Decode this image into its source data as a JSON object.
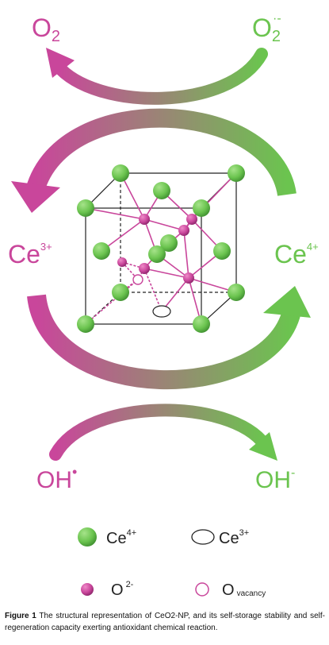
{
  "colors": {
    "magenta": "#c9469b",
    "green": "#6bc44f",
    "green_dark": "#4aa33a",
    "magenta_dark": "#a0307b",
    "cube_line": "#222222"
  },
  "species": {
    "o2": {
      "base": "O",
      "sub": "2"
    },
    "superoxide": {
      "base": "O",
      "sub": "2",
      "sup": "·-"
    },
    "ce3": {
      "base": "Ce",
      "sup": "3+"
    },
    "ce4": {
      "base": "Ce",
      "sup": "4+"
    },
    "oh_radical": {
      "base": "OH",
      "sup": "•"
    },
    "oh_minus": {
      "base": "OH",
      "sup": "-"
    }
  },
  "legend": {
    "ce4": {
      "base": "Ce",
      "sup": "4+"
    },
    "ce3": {
      "base": "Ce",
      "sup": "3+"
    },
    "o2minus": {
      "base": "O",
      "sup": "2-"
    },
    "ovacancy": {
      "base": "O",
      "sub": "vacancy"
    }
  },
  "caption": {
    "label": "Figure 1",
    "text": "The structural representation of CeO2-NP, and its self-storage stability and self-regeneration capacity exerting antioxidant chemical reaction."
  }
}
